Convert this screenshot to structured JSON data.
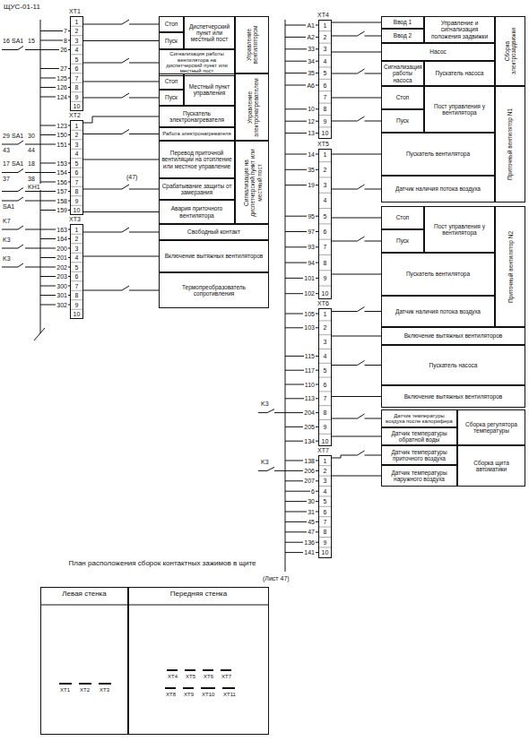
{
  "diagram": {
    "nodes": [
      {
        "text": [
          "ХТ1"
        ]
      },
      {
        "text": [
          "ХТ2"
        ]
      },
      {
        "text": [
          "ХТ3"
        ]
      },
      {
        "text": [
          "Стоп"
        ]
      },
      {
        "text": [
          "Диспетчерский пункт или местный пост"
        ]
      },
      {
        "text": [
          "Управление вентилятором"
        ]
      },
      {
        "text": [
          "Пуск"
        ]
      },
      {
        "text": [
          "Сигнализация работы вентилятора на диспетчерский пункт или местный пост"
        ]
      },
      {
        "text": [
          "Стоп"
        ]
      },
      {
        "text": [
          "Местный пункт управления"
        ]
      },
      {
        "text": [
          "Управление электронагревателем"
        ]
      },
      {
        "text": [
          "Пуск"
        ]
      },
      {
        "text": [
          "Пускатель электронагревателя"
        ]
      },
      {
        "text": [
          "Работа электронагревателя"
        ]
      },
      {
        "text": [
          "Перевод приточной вентиляции на отопление или местное управление"
        ]
      },
      {
        "text": [
          "Сигнализация на диспетчерский пункт или местный пост"
        ]
      },
      {
        "text": [
          "Срабатывание защиты от замерзания"
        ]
      },
      {
        "text": [
          "Авария приточного вентилятора"
        ]
      },
      {
        "text": [
          "Свободный контакт"
        ]
      },
      {
        "text": [
          "Включение вытяжных вентиляторов"
        ]
      },
      {
        "text": [
          "Термопреобразователь сопротивления"
        ]
      },
      {
        "text": [
          "ХТ4"
        ]
      },
      {
        "text": [
          "ХТ5"
        ]
      },
      {
        "text": [
          "ХТ6"
        ]
      },
      {
        "text": [
          "ХТ7"
        ]
      },
      {
        "text": [
          "Ввод 1"
        ]
      },
      {
        "text": [
          "Управление и сигнализация положения задвижки"
        ]
      },
      {
        "text": [
          "Сборка электрозадвижки"
        ]
      },
      {
        "text": [
          "Ввод 2"
        ]
      },
      {
        "text": [
          "Насос"
        ]
      },
      {
        "text": [
          "Сигнализация работы насоса"
        ]
      },
      {
        "text": [
          "Пускатель насоса"
        ]
      },
      {
        "text": [
          "Стоп"
        ]
      },
      {
        "text": [
          "Пост управления у вентилятора"
        ]
      },
      {
        "text": [
          "Приточный вентилятор N1"
        ]
      },
      {
        "text": [
          "Пуск"
        ]
      },
      {
        "text": [
          "Пускатель вентилятора"
        ]
      },
      {
        "text": [
          "Датчик наличия потока воздуха"
        ]
      },
      {
        "text": [
          "Стоп"
        ]
      },
      {
        "text": [
          "Пост управления у вентилятора"
        ]
      },
      {
        "text": [
          "Приточный вентилятор N2"
        ]
      },
      {
        "text": [
          "Пуск"
        ]
      },
      {
        "text": [
          "Пускатель вентилятора"
        ]
      },
      {
        "text": [
          "Датчик наличия потока воздуха"
        ]
      },
      {
        "text": [
          "Включение вытяжных вентиляторов"
        ]
      },
      {
        "text": [
          "Пускатель насоса"
        ]
      },
      {
        "text": [
          "Включение вытяжных вентиляторов"
        ]
      },
      {
        "text": [
          "Датчик температуры воздуха после калорифера"
        ]
      },
      {
        "text": [
          "Датчик температуры обратной воды"
        ]
      },
      {
        "text": [
          "Сборка регулятора температуры"
        ]
      },
      {
        "text": [
          "Датчик температуры приточного воздуха"
        ]
      },
      {
        "text": [
          "Датчик температуры наружного воздуха"
        ]
      },
      {
        "text": [
          "Сборка щита автоматики"
        ]
      },
      {
        "text": [
          "Левая стенка"
        ]
      },
      {
        "text": [
          "Передняя стенка"
        ]
      }
    ],
    "edges": [
      {
        "from": 0,
        "to": 3,
        "arrow": "none"
      },
      {
        "from": 0,
        "to": 6,
        "arrow": "none"
      },
      {
        "from": 0,
        "to": 7,
        "arrow": "none"
      },
      {
        "from": 0,
        "to": 8,
        "arrow": "none"
      },
      {
        "from": 0,
        "to": 11,
        "arrow": "none"
      },
      {
        "from": 1,
        "to": 12,
        "arrow": "none"
      },
      {
        "from": 1,
        "to": 13,
        "arrow": "none"
      },
      {
        "from": 1,
        "to": 14,
        "arrow": "none"
      },
      {
        "from": 1,
        "to": 16,
        "arrow": "none"
      },
      {
        "from": 1,
        "to": 17,
        "arrow": "none"
      },
      {
        "from": 2,
        "to": 18,
        "arrow": "none"
      },
      {
        "from": 2,
        "to": 19,
        "arrow": "none"
      },
      {
        "from": 2,
        "to": 20,
        "arrow": "none"
      },
      {
        "from": 21,
        "to": 25,
        "arrow": "none"
      },
      {
        "from": 21,
        "to": 28,
        "arrow": "none"
      },
      {
        "from": 21,
        "to": 29,
        "arrow": "none"
      },
      {
        "from": 21,
        "to": 30,
        "arrow": "none"
      },
      {
        "from": 21,
        "to": 32,
        "arrow": "none"
      },
      {
        "from": 21,
        "to": 35,
        "arrow": "none"
      },
      {
        "from": 22,
        "to": 36,
        "arrow": "none"
      },
      {
        "from": 22,
        "to": 37,
        "arrow": "none"
      },
      {
        "from": 22,
        "to": 38,
        "arrow": "none"
      },
      {
        "from": 22,
        "to": 41,
        "arrow": "none"
      },
      {
        "from": 22,
        "to": 42,
        "arrow": "none"
      },
      {
        "from": 23,
        "to": 43,
        "arrow": "none"
      },
      {
        "from": 23,
        "to": 44,
        "arrow": "none"
      },
      {
        "from": 23,
        "to": 45,
        "arrow": "none"
      },
      {
        "from": 23,
        "to": 46,
        "arrow": "none"
      },
      {
        "from": 23,
        "to": 47,
        "arrow": "none"
      },
      {
        "from": 23,
        "to": 48,
        "arrow": "none"
      },
      {
        "from": 24,
        "to": 50,
        "arrow": "none"
      },
      {
        "from": 24,
        "to": 51,
        "arrow": "none"
      }
    ],
    "labels": [
      "ЩУС-01-11",
      "1",
      "2",
      "3",
      "4",
      "5",
      "6",
      "7",
      "8",
      "9",
      "10",
      "1",
      "2",
      "3",
      "4",
      "5",
      "6",
      "7",
      "8",
      "9",
      "10",
      "1",
      "2",
      "3",
      "4",
      "5",
      "6",
      "7",
      "8",
      "9",
      "10",
      "1",
      "2",
      "3",
      "4",
      "5",
      "6",
      "7",
      "8",
      "9",
      "10",
      "1",
      "2",
      "3",
      "4",
      "5",
      "6",
      "7",
      "8",
      "9",
      "10",
      "1",
      "2",
      "3",
      "4",
      "5",
      "6",
      "7",
      "8",
      "9",
      "10",
      "1",
      "2",
      "3",
      "4",
      "5",
      "6",
      "7",
      "8",
      "9",
      "10",
      "7",
      "8",
      "26",
      "27",
      "125",
      "126",
      "124",
      "123",
      "150",
      "151",
      "153",
      "154",
      "156",
      "157",
      "158",
      "159",
      "163",
      "164",
      "200",
      "201",
      "202",
      "203",
      "300",
      "301",
      "302",
      "А1",
      "А2",
      "33",
      "34",
      "35",
      "А6",
      "10",
      "12",
      "13",
      "14",
      "35",
      "19",
      "95",
      "97",
      "93",
      "94",
      "101",
      "102",
      "105",
      "103",
      "115",
      "117",
      "110",
      "113",
      "204",
      "205",
      "134",
      "138",
      "206",
      "207",
      "6",
      "30",
      "31",
      "45",
      "47",
      "136",
      "141",
      "16",
      "SA1",
      "15",
      "29",
      "SA1",
      "30",
      "43",
      "44",
      "17",
      "SA1",
      "18",
      "37",
      "38",
      "KH1",
      "SA1",
      "K7",
      "K3",
      "K3",
      "(47)",
      "K3",
      "K3",
      "(Лист 47)",
      "План расположения сборок контактных зажимов в щите",
      "ХТ1",
      "ХТ2",
      "ХТ3",
      "ХТ4",
      "ХТ5",
      "ХТ6",
      "ХТ7",
      "ХТ8",
      "ХТ9",
      "ХТ10",
      "ХТ11"
    ]
  }
}
